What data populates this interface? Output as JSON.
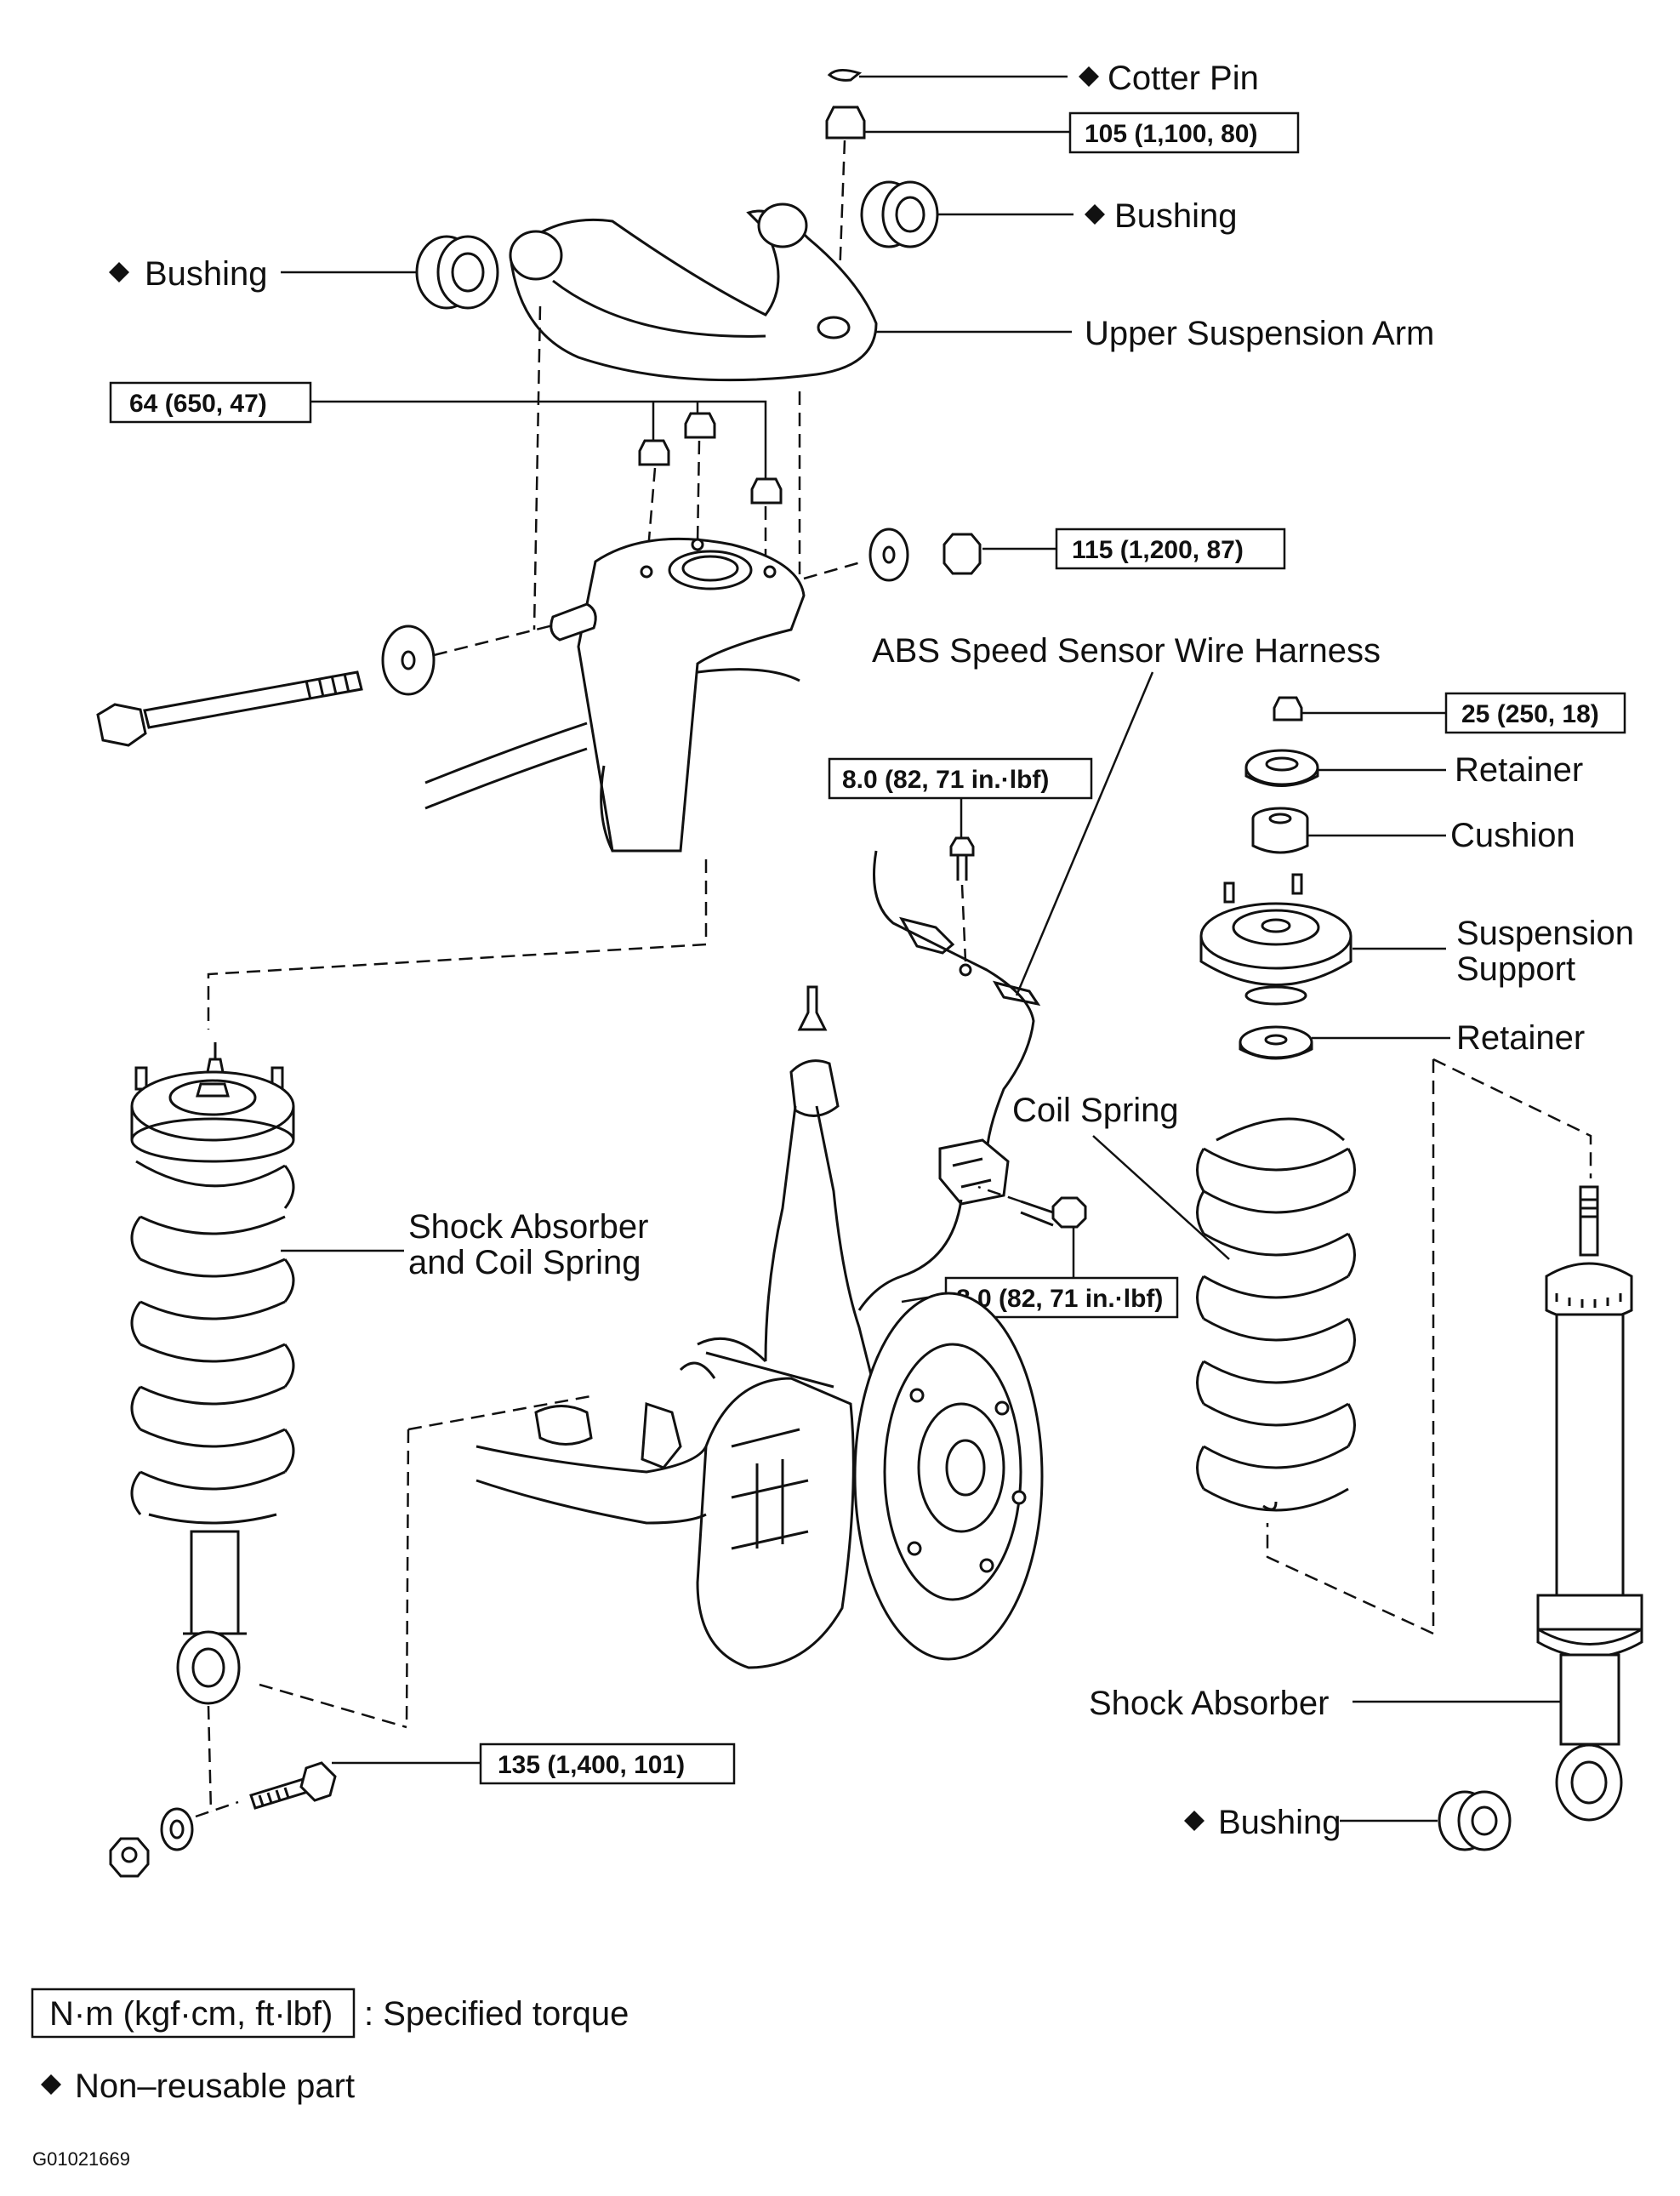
{
  "labels": {
    "cotter_pin": "Cotter Pin",
    "bushing": "Bushing",
    "upper_suspension_arm": "Upper Suspension Arm",
    "abs_harness": "ABS Speed Sensor Wire Harness",
    "retainer": "Retainer",
    "cushion": "Cushion",
    "suspension_support_1": "Suspension",
    "suspension_support_2": "Support",
    "coil_spring": "Coil Spring",
    "shock_coil_1": "Shock Absorber",
    "shock_coil_2": "and Coil Spring",
    "shock_absorber": "Shock Absorber"
  },
  "torques": {
    "t105": "105 (1,100, 80)",
    "t64": "64 (650, 47)",
    "t115": "115 (1,200, 87)",
    "t25": "25 (250, 18)",
    "t8a": "8.0 (82, 71 in.·lbf)",
    "t8b": "8.0 (82, 71 in.·lbf)",
    "t135": "135 (1,400, 101)"
  },
  "legend": {
    "torque_unit": "N·m (kgf·cm, ft·lbf)",
    "torque_desc": ": Specified torque",
    "nonreusable": "Non–reusable part"
  },
  "figure_id": "G01021669"
}
